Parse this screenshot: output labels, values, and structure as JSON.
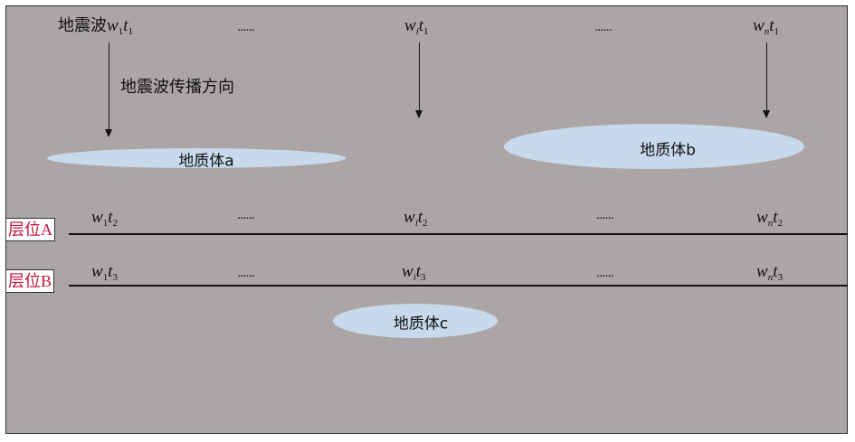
{
  "top_row": {
    "prefix": "地震波",
    "col1": {
      "w": "w",
      "w_sub": "1",
      "t": "t",
      "t_sub": "1"
    },
    "col2": {
      "w": "w",
      "w_sub": "i",
      "t": "t",
      "t_sub": "1"
    },
    "col3": {
      "w": "w",
      "w_sub": "n",
      "t": "t",
      "t_sub": "1"
    },
    "ellipsis": "......"
  },
  "direction_label": "地震波传播方向",
  "bodies": {
    "a": "地质体a",
    "b": "地质体b",
    "c": "地质体c"
  },
  "horizon_a": {
    "tag": "层位A",
    "col1": {
      "w": "w",
      "w_sub": "1",
      "t": "t",
      "t_sub": "2"
    },
    "col2": {
      "w": "w",
      "w_sub": "i",
      "t": "t",
      "t_sub": "2"
    },
    "col3": {
      "w": "w",
      "w_sub": "n",
      "t": "t",
      "t_sub": "2"
    },
    "ellipsis": "......"
  },
  "horizon_b": {
    "tag": "层位B",
    "col1": {
      "w": "w",
      "w_sub": "1",
      "t": "t",
      "t_sub": "3"
    },
    "col2": {
      "w": "w",
      "w_sub": "i",
      "t": "t",
      "t_sub": "3"
    },
    "col3": {
      "w": "w",
      "w_sub": "n",
      "t": "t",
      "t_sub": "3"
    },
    "ellipsis": "......"
  },
  "colors": {
    "background": "#aba6a5",
    "ellipse_fill": "#c7d9ea",
    "tag_text": "#c0143c"
  }
}
